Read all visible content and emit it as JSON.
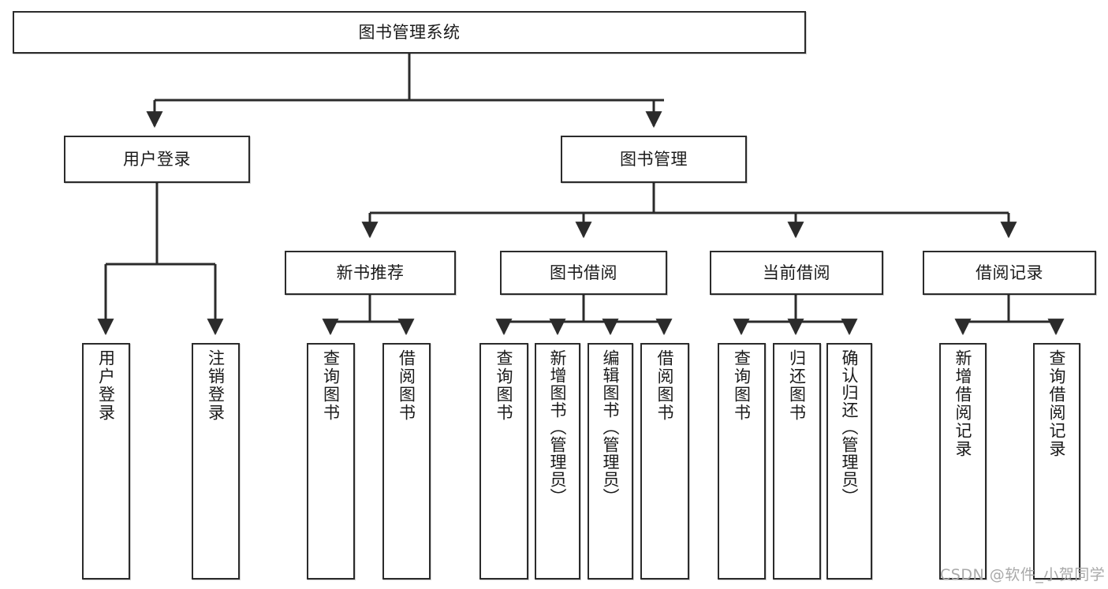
{
  "diagram": {
    "title": "图书管理系统",
    "type": "tree-hierarchy",
    "root": {
      "label": "图书管理系统"
    },
    "level2": [
      {
        "label": "用户登录"
      },
      {
        "label": "图书管理"
      }
    ],
    "level3": [
      {
        "label": "新书推荐"
      },
      {
        "label": "图书借阅"
      },
      {
        "label": "当前借阅"
      },
      {
        "label": "借阅记录"
      }
    ],
    "leaves": {
      "user_login": [
        {
          "label": "用户登录"
        },
        {
          "label": "注销登录"
        }
      ],
      "new_book_recommend": [
        {
          "label": "查询图书"
        },
        {
          "label": "借阅图书"
        }
      ],
      "book_borrow": [
        {
          "label": "查询图书"
        },
        {
          "label": "新增图书（管理员）"
        },
        {
          "label": "编辑图书（管理员）"
        },
        {
          "label": "借阅图书"
        }
      ],
      "current_borrow": [
        {
          "label": "查询图书"
        },
        {
          "label": "归还图书"
        },
        {
          "label": "确认归还（管理员）"
        }
      ],
      "borrow_record": [
        {
          "label": "新增借阅记录"
        },
        {
          "label": "查询借阅记录"
        }
      ]
    }
  },
  "watermark": {
    "text": "CSDN @软件_小贺同学"
  },
  "colors": {
    "border": "#2b2b2b",
    "background": "#ffffff",
    "text": "#1a1a1a",
    "watermark": "#a9a9a9"
  }
}
